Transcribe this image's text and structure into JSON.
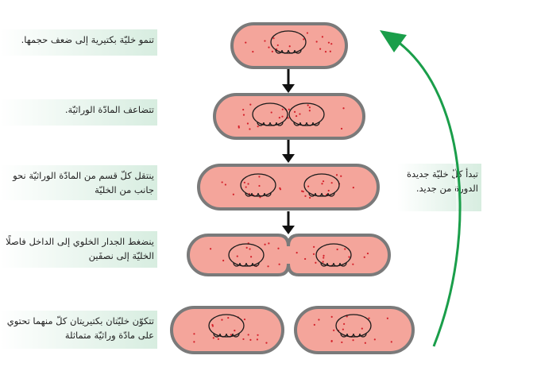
{
  "steps": [
    {
      "text": "تنمو خليّة بكتيرية إلى ضعف حجمها."
    },
    {
      "text": "تتضاعف المادّة الوراثيّة."
    },
    {
      "text": "ينتقل كلّ قسم من المادّة الوراثيّة نحو جانب من الخليّة"
    },
    {
      "text": "ينضغط الجدار الخلوي إلى الداخل فاصلًا الخليّة إلى نصفَين"
    },
    {
      "text": "تتكوّن خليّتان بكتيريتان كلّ منهما تحتوي على مادّة وراثيّة متماثلة"
    }
  ],
  "cycle_note": "تبدأ كلّ خليّة جديدة الدورة من جديد.",
  "colors": {
    "cell_fill": "#f4a59b",
    "cell_wall": "#7a7a7a",
    "dots": "#d4202a",
    "dna": "#1a1a1a",
    "cycle_arrow": "#1a9e4a",
    "label_bg": "#d7ede0"
  }
}
